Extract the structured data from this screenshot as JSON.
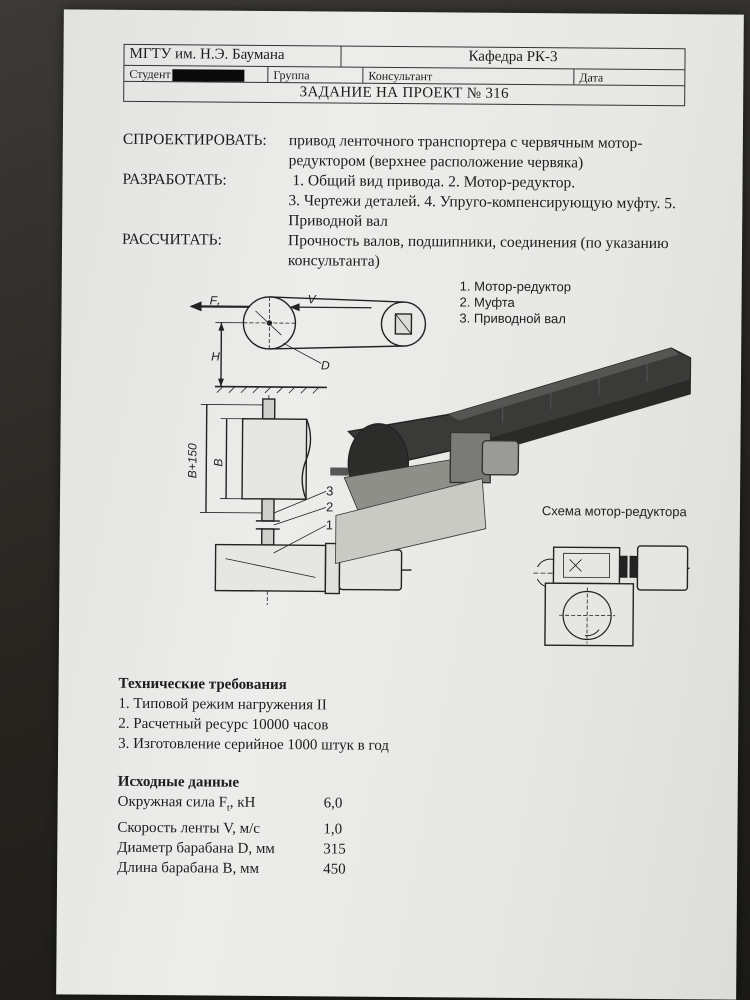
{
  "header": {
    "university": "МГТУ им. Н.Э. Баумана",
    "department": "Кафедра РК-3",
    "student_label": "Студент",
    "group_label": "Группа",
    "consultant_label": "Консультант",
    "date_label": "Дата",
    "title": "ЗАДАНИЕ НА ПРОЕКТ № 316"
  },
  "task": {
    "design_label": "СПРОЕКТИРОВАТЬ:",
    "design_text": "привод ленточного транспортера с червячным мотор-редуктором (верхнее расположение червяка)",
    "develop_label": "РАЗРАБОТАТЬ:",
    "develop_line1": " 1. Общий вид привода. 2. Мотор-редуктор.",
    "develop_line2": "3.  Чертежи деталей. 4. Упруго-компенсирующую муфту. 5. Приводной вал",
    "calc_label": "РАССЧИТАТЬ:",
    "calc_text": "Прочность валов, подшипники, соединения (по указанию консультанта)"
  },
  "legend": [
    "1. Мотор-редуктор",
    "2. Муфта",
    "3. Приводной вал"
  ],
  "diagram_labels": {
    "force": "F",
    "force_sub": "t",
    "velocity": "V",
    "height": "H",
    "diameter": "D",
    "dim_b150": "B+150",
    "dim_b": "B",
    "num1": "1",
    "num2": "2",
    "num3": "3",
    "scheme_title": "Схема мотор-редуктора"
  },
  "requirements": {
    "title": "Технические требования",
    "items": [
      "1. Типовой режим нагружения II",
      "2. Расчетный ресурс 10000 часов",
      "3. Изготовление серийное 1000 штук в год"
    ]
  },
  "initial_data": {
    "title": "Исходные данные",
    "rows": [
      {
        "label_main": "Окружная сила F",
        "label_sub": "t",
        "label_tail": ", кН",
        "value": "6,0"
      },
      {
        "label_main": "Скорость ленты V, м/с",
        "label_sub": "",
        "label_tail": "",
        "value": "1,0"
      },
      {
        "label_main": "Диаметр барабана D, мм",
        "label_sub": "",
        "label_tail": "",
        "value": "315"
      },
      {
        "label_main": "Длина барабана B, мм",
        "label_sub": "",
        "label_tail": "",
        "value": "450"
      }
    ]
  }
}
